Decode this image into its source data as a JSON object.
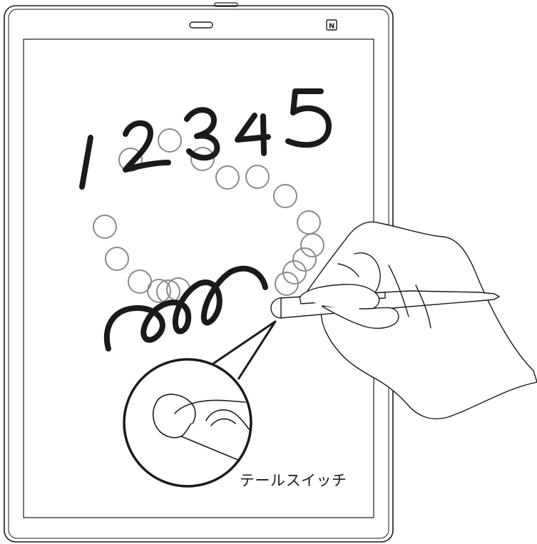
{
  "callout": {
    "label": "テールスイッチ"
  },
  "handwriting": {
    "digits": [
      "1",
      "2",
      "3",
      "4",
      "5"
    ]
  },
  "device": {
    "nfc_mark": "N"
  },
  "colors": {
    "ink": "#1a1a1a",
    "guide_circles": "#8a8a8a",
    "background": "#ffffff"
  }
}
